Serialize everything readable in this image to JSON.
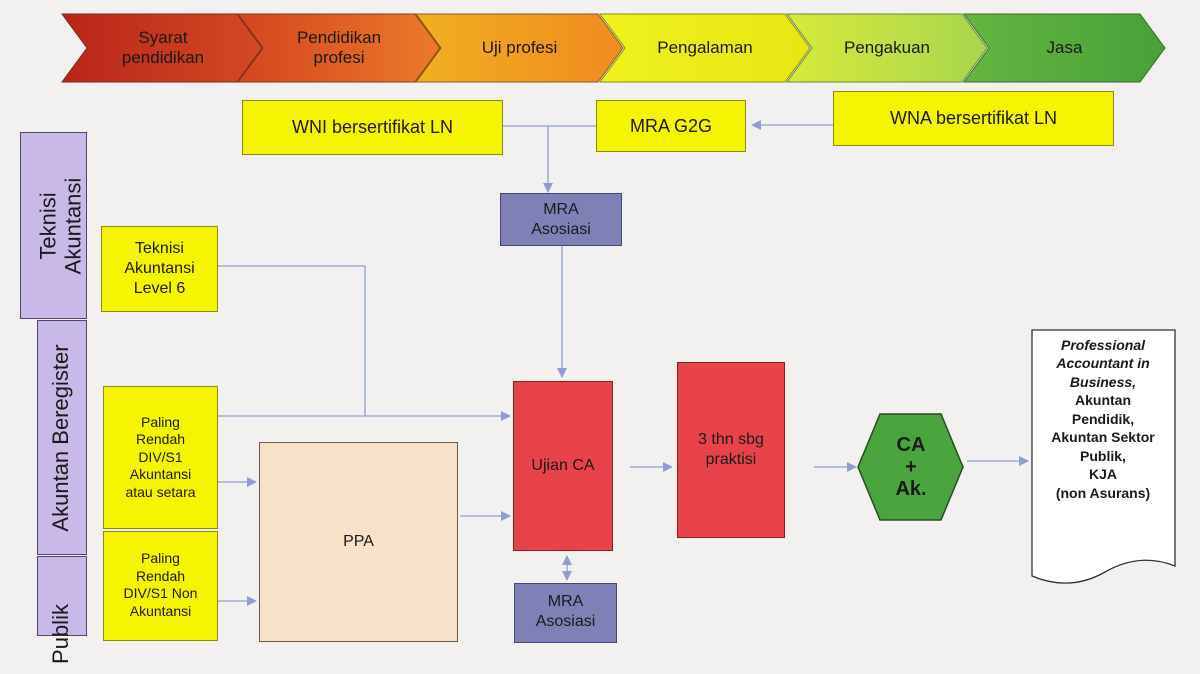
{
  "stages": [
    {
      "label": "Syarat\npendidikan",
      "color": "#c9361d"
    },
    {
      "label": "Pendidikan\nprofesi",
      "color": "#de5a25"
    },
    {
      "label": "Uji  profesi",
      "color": "#f29a22"
    },
    {
      "label": "Pengalaman",
      "color": "#f2ec10"
    },
    {
      "label": "Pengakuan",
      "color": "#bfe04a"
    },
    {
      "label": "Jasa",
      "color": "#56ac3e"
    }
  ],
  "top_row": {
    "wni": "WNI bersertifikat LN",
    "mra_g2g": "MRA G2G",
    "wna": "WNA bersertifikat LN"
  },
  "mra_asosiasi_top": "MRA\nAsosiasi",
  "mra_asosiasi_bottom": "MRA\nAsosiasi",
  "side_labels": {
    "teknisi": "Teknisi\nAkuntansi",
    "beregister": "Akuntan Beregister",
    "publik": "Publik"
  },
  "teknisi_box": "Teknisi\nAkuntansi\nLevel 6",
  "paling_rendah_1": "Paling\nRendah\nDIV/S1\nAkuntansi\natau setara",
  "paling_rendah_2": "Paling\nRendah\nDIV/S1 Non\nAkuntansi",
  "ppa": "PPA",
  "ujian_ca": "Ujian CA",
  "praktisi": "3 thn sbg\npraktisi",
  "ca_hex": "CA\n+\nAk.",
  "outcome": {
    "title": "Professional\nAccountant in\nBusiness,",
    "rest": "Akuntan\nPendidik,\nAkuntan Sektor\nPublik,\nKJA\n(non Asurans)"
  },
  "colors": {
    "arrow": "#8e9ed0",
    "hexagon": "#4aa53e"
  }
}
